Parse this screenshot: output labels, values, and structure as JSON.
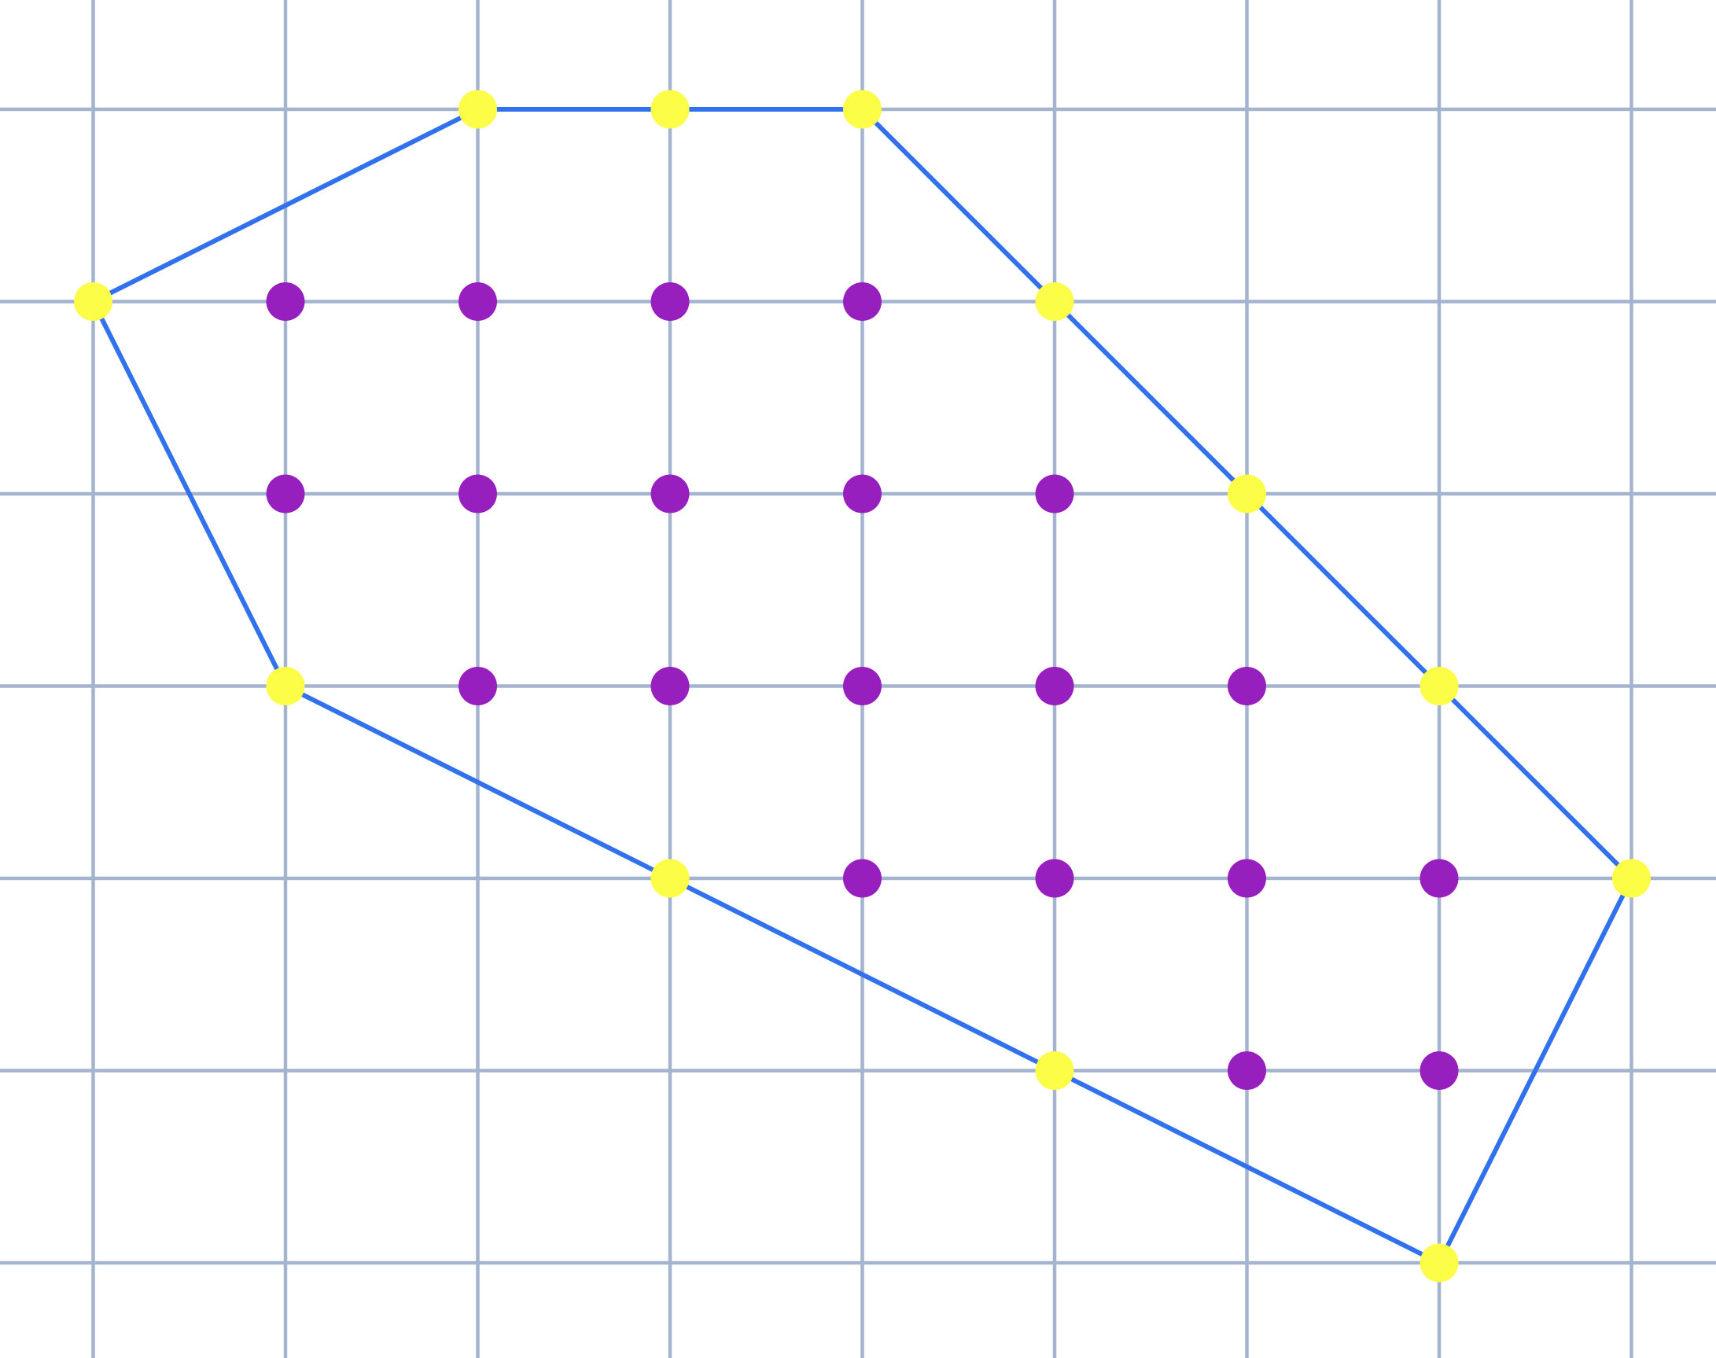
{
  "colors": {
    "background": "#ffffff",
    "grid": "#a4b4cf",
    "polygon": "#3271ee",
    "boundary_point": "#fbfd47",
    "interior_point": "#961fbe"
  },
  "grid": {
    "columns": 9,
    "rows": 7
  },
  "polygon": {
    "vertices": [
      [
        0,
        1
      ],
      [
        2,
        0
      ],
      [
        4,
        0
      ],
      [
        6,
        2
      ],
      [
        7,
        3
      ],
      [
        8,
        4
      ],
      [
        7,
        6
      ],
      [
        5,
        5
      ],
      [
        3,
        4
      ],
      [
        1,
        3
      ]
    ]
  },
  "boundary_points": [
    [
      0,
      1
    ],
    [
      2,
      0
    ],
    [
      3,
      0
    ],
    [
      4,
      0
    ],
    [
      5,
      1
    ],
    [
      6,
      2
    ],
    [
      7,
      3
    ],
    [
      8,
      4
    ],
    [
      7,
      6
    ],
    [
      5,
      5
    ],
    [
      3,
      4
    ],
    [
      1,
      3
    ]
  ],
  "interior_points": [
    [
      1,
      1
    ],
    [
      2,
      1
    ],
    [
      3,
      1
    ],
    [
      4,
      1
    ],
    [
      1,
      2
    ],
    [
      2,
      2
    ],
    [
      3,
      2
    ],
    [
      4,
      2
    ],
    [
      5,
      2
    ],
    [
      2,
      3
    ],
    [
      3,
      3
    ],
    [
      4,
      3
    ],
    [
      5,
      3
    ],
    [
      6,
      3
    ],
    [
      4,
      4
    ],
    [
      5,
      4
    ],
    [
      6,
      4
    ],
    [
      7,
      4
    ],
    [
      6,
      5
    ],
    [
      7,
      5
    ]
  ]
}
